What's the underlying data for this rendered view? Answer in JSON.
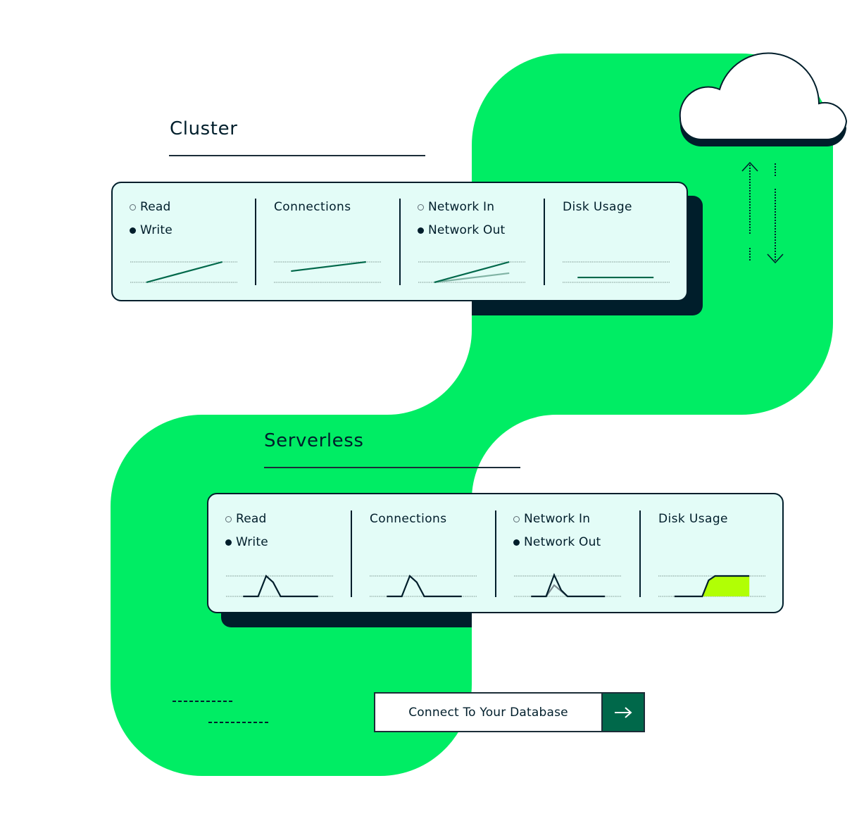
{
  "colors": {
    "brand_green": "#00ed64",
    "navy": "#001e2b",
    "card_background": "#e3fcf7",
    "forest_green": "#00684a",
    "lime": "#b1ff05"
  },
  "themes": {
    "cluster": {
      "primary": "#00684a",
      "secondary": "#80b3a4"
    },
    "serverless": {
      "primary": "#001e2b",
      "secondary": "#7d8b92",
      "fill": "#b1ff05"
    }
  },
  "sections": {
    "cluster": {
      "title": "Cluster",
      "panels": [
        {
          "legend": [
            {
              "label": "Read",
              "marker": "hollow"
            },
            {
              "label": "Write",
              "marker": "filled"
            }
          ],
          "series": [
            {
              "name": "Write",
              "style": "primary",
              "points": [
                [
                  15,
                  0
                ],
                [
                  86,
                  100
                ]
              ]
            }
          ]
        },
        {
          "title": "Connections",
          "series": [
            {
              "name": "Connections",
              "style": "primary",
              "points": [
                [
                  16,
                  55
                ],
                [
                  86,
                  100
                ]
              ]
            }
          ]
        },
        {
          "legend": [
            {
              "label": "Network In",
              "marker": "hollow"
            },
            {
              "label": "Network Out",
              "marker": "filled"
            }
          ],
          "series": [
            {
              "name": "Network In",
              "style": "secondary",
              "points": [
                [
                  15,
                  0
                ],
                [
                  85,
                  45
                ]
              ]
            },
            {
              "name": "Network Out",
              "style": "primary",
              "points": [
                [
                  15,
                  0
                ],
                [
                  85,
                  100
                ]
              ]
            }
          ]
        },
        {
          "title": "Disk Usage",
          "series": [
            {
              "name": "Disk Usage",
              "style": "primary",
              "points": [
                [
                  14,
                  24
                ],
                [
                  85,
                  24
                ]
              ]
            }
          ]
        }
      ]
    },
    "serverless": {
      "title": "Serverless",
      "panels": [
        {
          "legend": [
            {
              "label": "Read",
              "marker": "hollow"
            },
            {
              "label": "Write",
              "marker": "filled"
            }
          ],
          "series": [
            {
              "name": "Write",
              "style": "primary",
              "points": [
                [
                  16,
                  0
                ],
                [
                  30,
                  0
                ],
                [
                  37.5,
                  100
                ],
                [
                  44,
                  69
                ],
                [
                  51,
                  0
                ],
                [
                  86,
                  0
                ]
              ]
            }
          ]
        },
        {
          "title": "Connections",
          "series": [
            {
              "name": "Connections",
              "style": "primary",
              "points": [
                [
                  16,
                  0
                ],
                [
                  30,
                  0
                ],
                [
                  37.5,
                  100
                ],
                [
                  44,
                  69
                ],
                [
                  51,
                  0
                ],
                [
                  86,
                  0
                ]
              ]
            }
          ]
        },
        {
          "legend": [
            {
              "label": "Network In",
              "marker": "hollow"
            },
            {
              "label": "Network Out",
              "marker": "filled"
            }
          ],
          "series": [
            {
              "name": "Network In",
              "style": "secondary",
              "points": [
                [
                  30,
                  0
                ],
                [
                  37.5,
                  55
                ],
                [
                  50,
                  0
                ]
              ]
            },
            {
              "name": "Network Out",
              "style": "primary",
              "points": [
                [
                  16,
                  0
                ],
                [
                  30,
                  0
                ],
                [
                  37.5,
                  105
                ],
                [
                  44,
                  31
                ],
                [
                  50,
                  0
                ],
                [
                  85,
                  0
                ]
              ]
            }
          ]
        },
        {
          "title": "Disk Usage",
          "series": [
            {
              "name": "Disk Usage",
              "style": "primary",
              "fill_from": 41,
              "points": [
                [
                  15,
                  0
                ],
                [
                  41,
                  0
                ],
                [
                  47,
                  79
                ],
                [
                  53,
                  100
                ],
                [
                  85,
                  100
                ]
              ]
            }
          ]
        }
      ]
    }
  },
  "cloud": {
    "icon": "cloud-icon"
  },
  "sync_arrows": {
    "up_icon": "arrow-up-icon",
    "down_icon": "arrow-down-icon"
  },
  "cta": {
    "label": "Connect To Your Database",
    "icon": "arrow-right-icon"
  }
}
